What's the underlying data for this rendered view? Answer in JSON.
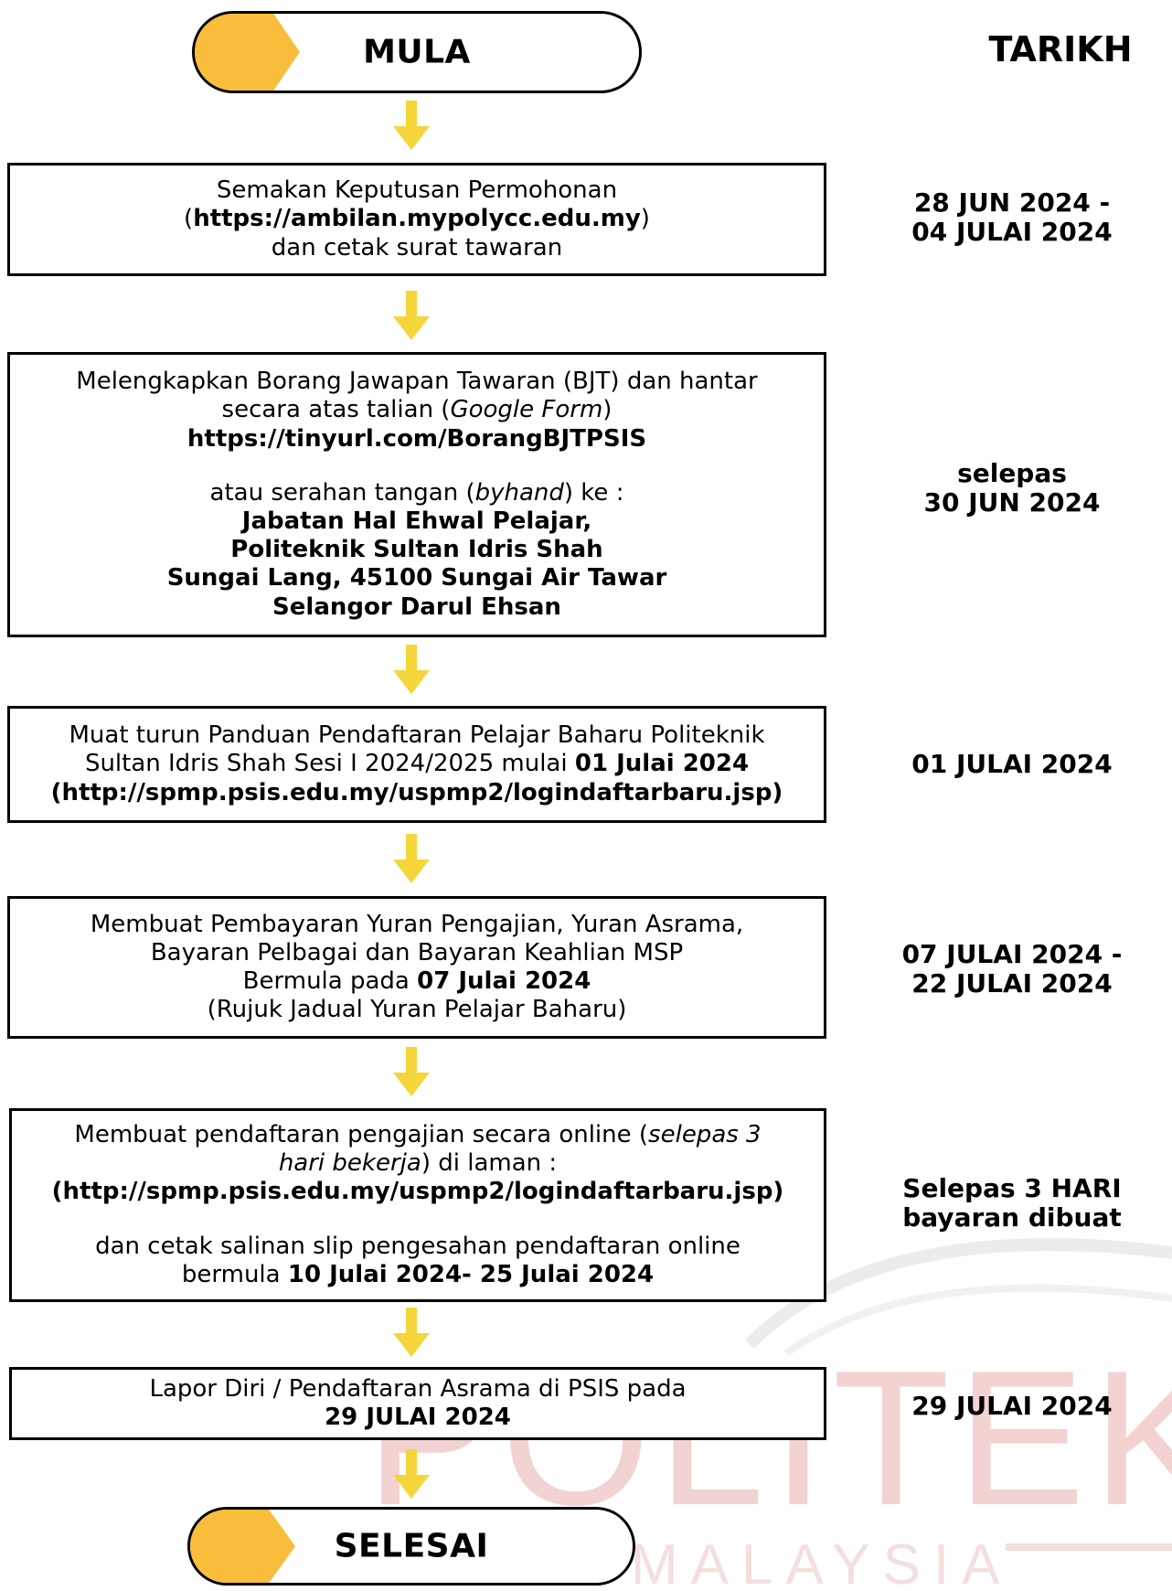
{
  "start": {
    "label": "MULA"
  },
  "end": {
    "label": "SELESAI"
  },
  "date_heading": "TARIKH",
  "watermark": {
    "line1": "POLITEKNIK",
    "line2": "MALAYSIA"
  },
  "colors": {
    "accent": "#f9bd3c",
    "arrow": "#f5d63a",
    "watermark": "#f2d3d3"
  },
  "steps": [
    {
      "line1": "Semakan Keputusan Permohonan",
      "line2_pre": "(",
      "line2_bold": "https://ambilan.mypolycc.edu.my",
      "line2_post": ")",
      "line3": "dan cetak surat tawaran",
      "date_lines": [
        "28 JUN 2024 -",
        "04 JULAI 2024"
      ]
    },
    {
      "line1": "Melengkapkan Borang Jawapan Tawaran (BJT) dan hantar",
      "line2_pre": "secara atas talian (",
      "line2_italic": "Google Form",
      "line2_post": ")",
      "line3": "https://tinyurl.com/BorangBJTPSIS",
      "line4_pre": "atau serahan tangan (",
      "line4_italic": "byhand",
      "line4_post": ") ke :",
      "line5": "Jabatan Hal Ehwal Pelajar,",
      "line6": "Politeknik Sultan Idris Shah",
      "line7": "Sungai Lang, 45100 Sungai Air Tawar",
      "line8": "Selangor Darul Ehsan",
      "date_lines": [
        "selepas",
        "30 JUN 2024"
      ]
    },
    {
      "line1": "Muat turun Panduan Pendaftaran Pelajar Baharu Politeknik",
      "line2_pre": "Sultan Idris Shah Sesi I 2024/2025 mulai ",
      "line2_bold": "01 Julai 2024",
      "line3": "(http://spmp.psis.edu.my/uspmp2/logindaftarbaru.jsp)",
      "date_lines": [
        "01 JULAI 2024"
      ]
    },
    {
      "line1": "Membuat Pembayaran Yuran Pengajian, Yuran Asrama,",
      "line2": "Bayaran Pelbagai dan Bayaran Keahlian MSP",
      "line3_pre": "Bermula pada ",
      "line3_bold": "07 Julai 2024",
      "line4": "(Rujuk Jadual Yuran Pelajar Baharu)",
      "date_lines": [
        "07 JULAI 2024 -",
        "22 JULAI 2024"
      ]
    },
    {
      "line1_pre": "Membuat pendaftaran pengajian secara online (",
      "line1_italic": "selepas 3",
      "line2_italic": "hari bekerja",
      "line2_post": ") di laman :",
      "line3": "(http://spmp.psis.edu.my/uspmp2/logindaftarbaru.jsp)",
      "line4": "dan cetak salinan slip pengesahan pendaftaran online",
      "line5_pre": "bermula ",
      "line5_bold": "10 Julai 2024- 25 Julai 2024",
      "date_lines": [
        "Selepas 3 HARI",
        "bayaran dibuat"
      ]
    },
    {
      "line1": "Lapor Diri / Pendaftaran Asrama di PSIS pada",
      "line2": "29 JULAI 2024",
      "date_lines": [
        "29 JULAI 2024"
      ]
    }
  ]
}
